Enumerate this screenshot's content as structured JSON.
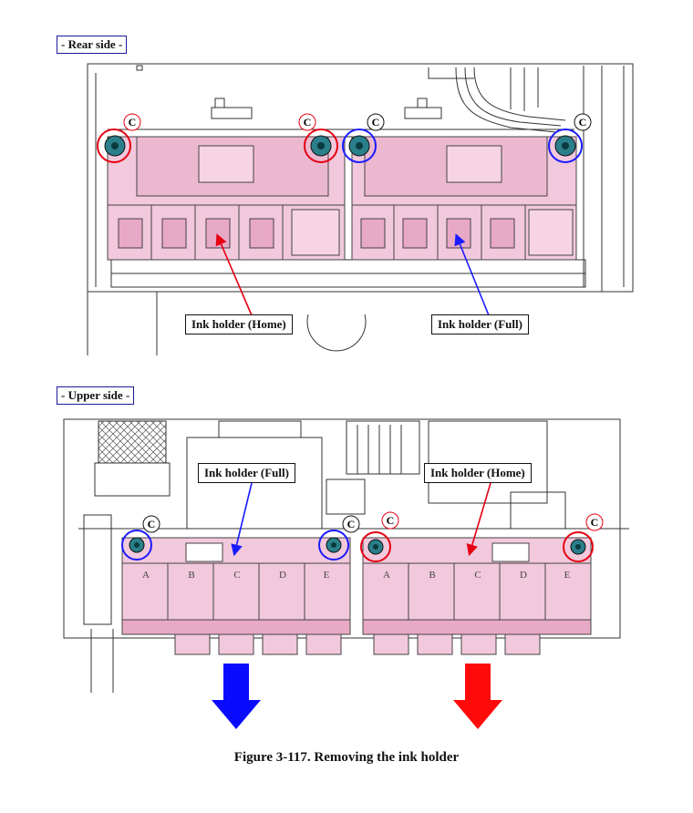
{
  "rear_section": {
    "label": "- Rear side -",
    "callouts": {
      "home": "Ink holder (Home)",
      "full": "Ink holder (Full)"
    },
    "screw_marker": "C"
  },
  "upper_section": {
    "label": "- Upper side -",
    "callouts": {
      "full": "Ink holder (Full)",
      "home": "Ink holder (Home)"
    },
    "screw_marker": "C",
    "slot_letters": [
      "A",
      "B",
      "C",
      "D",
      "E"
    ]
  },
  "caption": "Figure 3-117.  Removing the ink holder",
  "colors": {
    "home": "#e60012",
    "full": "#1a1aff",
    "holder_fill": "#f2c8dc"
  }
}
